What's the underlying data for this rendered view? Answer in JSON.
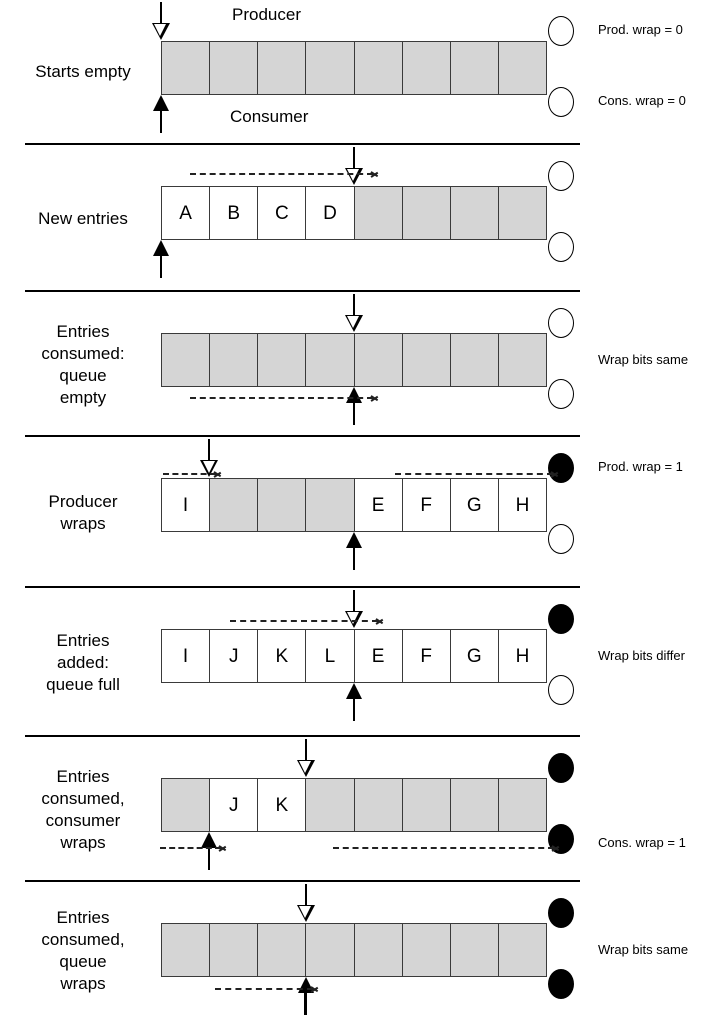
{
  "diagram": {
    "title": "Circular queue producer/consumer wrap-bit illustration",
    "cell_count": 8,
    "colors": {
      "empty_cell": "#d5d5d5",
      "filled_cell": "#ffffff",
      "stroke": "#3a3a3a",
      "marker": "#000000",
      "bit_set": "#000000",
      "bit_clear": "#ffffff"
    },
    "markers": {
      "producer_label": "Producer",
      "consumer_label": "Consumer"
    },
    "rows": [
      {
        "id": "starts-empty",
        "label": "Starts empty",
        "cells": [
          "",
          "",
          "",
          "",
          "",
          "",
          "",
          ""
        ],
        "filled": [
          false,
          false,
          false,
          false,
          false,
          false,
          false,
          false
        ],
        "producer_index": 0,
        "consumer_index": 0,
        "prod_bit": 0,
        "cons_bit": 0,
        "note": "",
        "note_top": "Prod. wrap = 0",
        "note_bottom": "Cons. wrap = 0",
        "caption_top": "Producer",
        "caption_bottom": "Consumer"
      },
      {
        "id": "new-entries",
        "label": "New entries",
        "cells": [
          "A",
          "B",
          "C",
          "D",
          "",
          "",
          "",
          ""
        ],
        "filled": [
          true,
          true,
          true,
          true,
          false,
          false,
          false,
          false
        ],
        "producer_index": 4,
        "consumer_index": 0,
        "prod_bit": 0,
        "cons_bit": 0,
        "note": "",
        "note_top": "",
        "note_bottom": ""
      },
      {
        "id": "entries-consumed-queue-empty",
        "label": "Entries\nconsumed:\nqueue\nempty",
        "cells": [
          "",
          "",
          "",
          "",
          "",
          "",
          "",
          ""
        ],
        "filled": [
          false,
          false,
          false,
          false,
          false,
          false,
          false,
          false
        ],
        "producer_index": 4,
        "consumer_index": 4,
        "prod_bit": 0,
        "cons_bit": 0,
        "note": "Wrap bits same",
        "note_top": "",
        "note_bottom": ""
      },
      {
        "id": "producer-wraps",
        "label": "Producer\nwraps",
        "cells": [
          "I",
          "",
          "",
          "",
          "E",
          "F",
          "G",
          "H"
        ],
        "filled": [
          true,
          false,
          false,
          false,
          true,
          true,
          true,
          true
        ],
        "producer_index": 1,
        "consumer_index": 4,
        "prod_bit": 1,
        "cons_bit": 0,
        "note": "Prod. wrap = 1",
        "note_top": "",
        "note_bottom": ""
      },
      {
        "id": "entries-added-queue-full",
        "label": "Entries\nadded:\nqueue full",
        "cells": [
          "I",
          "J",
          "K",
          "L",
          "E",
          "F",
          "G",
          "H"
        ],
        "filled": [
          true,
          true,
          true,
          true,
          true,
          true,
          true,
          true
        ],
        "producer_index": 4,
        "consumer_index": 4,
        "prod_bit": 1,
        "cons_bit": 0,
        "note": "Wrap bits differ",
        "note_top": "",
        "note_bottom": ""
      },
      {
        "id": "entries-consumed-consumer-wraps",
        "label": "Entries\nconsumed,\nconsumer\nwraps",
        "cells": [
          "",
          "J",
          "K",
          "",
          "",
          "",
          "",
          ""
        ],
        "filled": [
          false,
          true,
          true,
          false,
          false,
          false,
          false,
          false
        ],
        "producer_index": 3,
        "consumer_index": 1,
        "prod_bit": 1,
        "cons_bit": 1,
        "note": "Cons. wrap = 1",
        "note_top": "",
        "note_bottom": ""
      },
      {
        "id": "entries-consumed-queue-wraps",
        "label": "Entries\nconsumed,\nqueue\nwraps",
        "cells": [
          "",
          "",
          "",
          "",
          "",
          "",
          "",
          ""
        ],
        "filled": [
          false,
          false,
          false,
          false,
          false,
          false,
          false,
          false
        ],
        "producer_index": 3,
        "consumer_index": 3,
        "prod_bit": 1,
        "cons_bit": 1,
        "note": "Wrap bits same",
        "note_top": "",
        "note_bottom": ""
      }
    ]
  }
}
